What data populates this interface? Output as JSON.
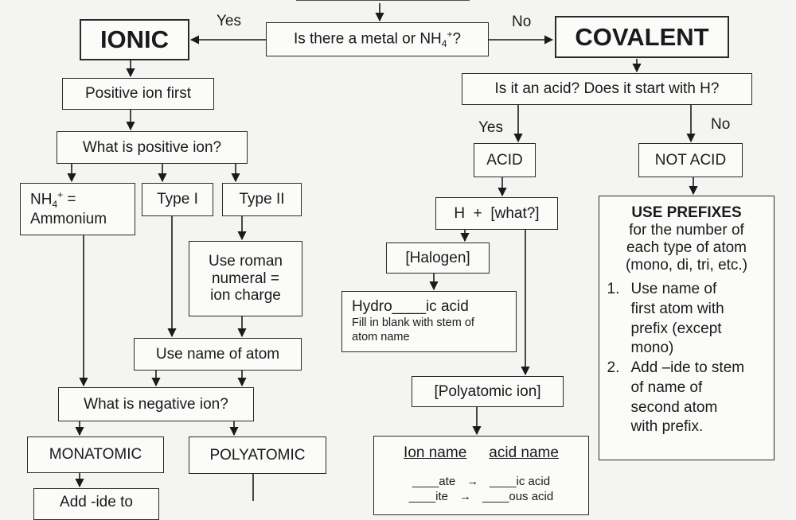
{
  "chart_data": {
    "type": "diagram",
    "nodes": [
      {
        "id": "question_metal",
        "text": "Is there a metal or NH₄⁺?"
      },
      {
        "id": "ionic",
        "text": "IONIC"
      },
      {
        "id": "covalent",
        "text": "COVALENT"
      },
      {
        "id": "positive_first",
        "text": "Positive ion first"
      },
      {
        "id": "what_positive",
        "text": "What is positive ion?"
      },
      {
        "id": "ammonium",
        "text": "NH₄⁺ = Ammonium"
      },
      {
        "id": "type1",
        "text": "Type I"
      },
      {
        "id": "type2",
        "text": "Type II"
      },
      {
        "id": "roman",
        "text": "Use roman numeral = ion charge"
      },
      {
        "id": "use_name_atom",
        "text": "Use name of atom"
      },
      {
        "id": "what_negative",
        "text": "What is negative ion?"
      },
      {
        "id": "monatomic",
        "text": "MONATOMIC"
      },
      {
        "id": "polyatomic",
        "text": "POLYATOMIC"
      },
      {
        "id": "is_acid",
        "text": "Is it an acid?  Does it start with H?"
      },
      {
        "id": "acid",
        "text": "ACID"
      },
      {
        "id": "not_acid",
        "text": "NOT ACID"
      },
      {
        "id": "h_what",
        "text": "H  +  [what?]"
      },
      {
        "id": "halogen",
        "text": "[Halogen]"
      },
      {
        "id": "hydro",
        "text": "Hydro____ic acid"
      },
      {
        "id": "poly_ion",
        "text": "[Polyatomic ion]"
      },
      {
        "id": "prefixes",
        "text": "USE PREFIXES"
      },
      {
        "id": "ion_table",
        "text": "Ion name acid name"
      }
    ],
    "edges": [
      {
        "from": "question_metal",
        "to": "ionic",
        "label": "Yes"
      },
      {
        "from": "question_metal",
        "to": "covalent",
        "label": "No"
      },
      {
        "from": "ionic",
        "to": "positive_first"
      },
      {
        "from": "positive_first",
        "to": "what_positive"
      },
      {
        "from": "what_positive",
        "to": "ammonium"
      },
      {
        "from": "what_positive",
        "to": "type1"
      },
      {
        "from": "what_positive",
        "to": "type2"
      },
      {
        "from": "type2",
        "to": "roman"
      },
      {
        "from": "type1",
        "to": "use_name_atom"
      },
      {
        "from": "roman",
        "to": "use_name_atom"
      },
      {
        "from": "ammonium",
        "to": "what_negative"
      },
      {
        "from": "use_name_atom",
        "to": "what_negative"
      },
      {
        "from": "what_negative",
        "to": "monatomic"
      },
      {
        "from": "what_negative",
        "to": "polyatomic"
      },
      {
        "from": "covalent",
        "to": "is_acid"
      },
      {
        "from": "is_acid",
        "to": "acid",
        "label": "Yes"
      },
      {
        "from": "is_acid",
        "to": "not_acid",
        "label": "No"
      },
      {
        "from": "acid",
        "to": "h_what"
      },
      {
        "from": "h_what",
        "to": "halogen"
      },
      {
        "from": "h_what",
        "to": "poly_ion"
      },
      {
        "from": "halogen",
        "to": "hydro"
      },
      {
        "from": "not_acid",
        "to": "prefixes"
      },
      {
        "from": "poly_ion",
        "to": "ion_table"
      }
    ]
  },
  "labels": {
    "yes_left": "Yes",
    "no_right": "No",
    "yes_acid": "Yes",
    "no_acid": "No"
  },
  "question_metal": {
    "pre": "Is there a metal or NH",
    "sub": "4",
    "sup": "+",
    "post": "?"
  },
  "ionic": "IONIC",
  "covalent": "COVALENT",
  "positive_first": "Positive ion first",
  "what_positive": "What is positive ion?",
  "ammonium": {
    "pre": "NH",
    "sub": "4",
    "sup": "+",
    "eq": " =",
    "line2": "Ammonium"
  },
  "type1": "Type I",
  "type2": "Type II",
  "roman": {
    "l1": "Use roman",
    "l2": "numeral =",
    "l3": "ion charge"
  },
  "use_name_atom": "Use name of atom",
  "what_negative": "What is negative ion?",
  "monatomic": "MONATOMIC",
  "polyatomic": "POLYATOMIC",
  "add_ide": "Add -ide to",
  "is_acid": "Is it an acid?  Does it start with H?",
  "acid": "ACID",
  "not_acid": "NOT ACID",
  "h_what": "H  +  [what?]",
  "halogen": "[Halogen]",
  "hydro": {
    "title": "Hydro____ic acid",
    "l1": "Fill in blank with stem of",
    "l2": "atom name"
  },
  "poly_ion": "[Polyatomic ion]",
  "ion_table": {
    "h1": "Ion name",
    "h2": "acid name",
    "r1a": "____ate",
    "r1b": "____ic acid",
    "r2a": "____ite",
    "r2b": "____ous acid",
    "arrow": "→"
  },
  "prefixes": {
    "title": "USE PREFIXES",
    "l1": "for the number of",
    "l2": "each type of atom",
    "l3": "(mono, di, tri, etc.)",
    "item1_num": "1.",
    "item1_lines": [
      "Use name of",
      "first atom with",
      "prefix (except",
      "mono)"
    ],
    "item2_num": "2.",
    "item2_lines": [
      "Add –ide to stem",
      "of name of",
      "second atom",
      "with prefix."
    ]
  },
  "colors": {
    "ink": "#1a1a1a",
    "paper": "#f4f4f2",
    "box": "#fbfbfa"
  }
}
